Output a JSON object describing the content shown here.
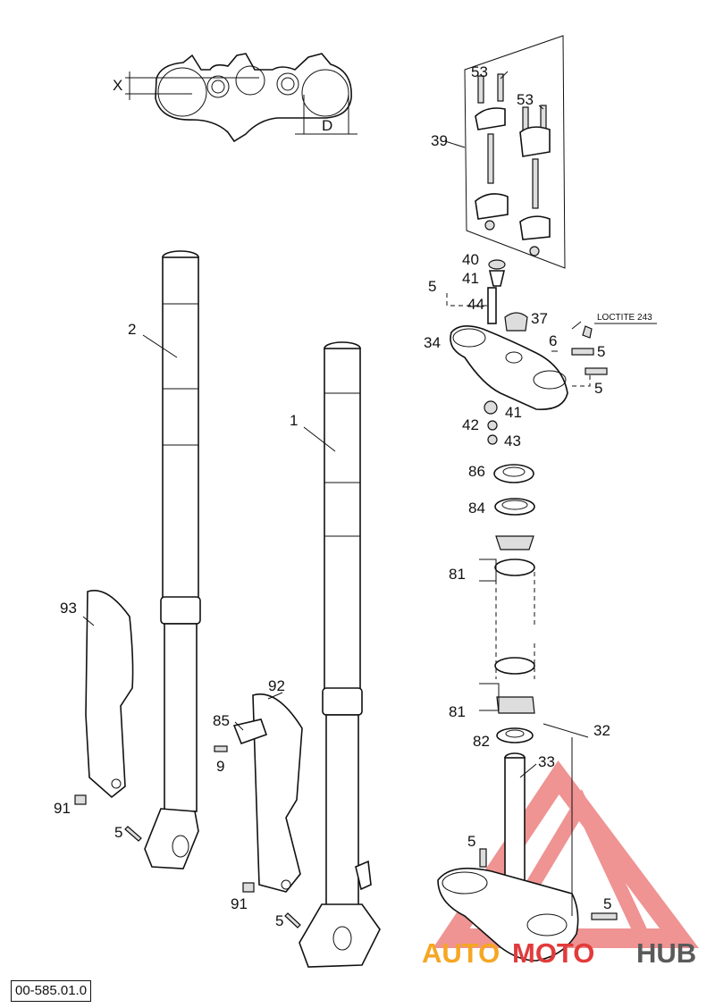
{
  "diagram": {
    "doc_number": "00-585.01.0",
    "clamp_dims": {
      "x": "X",
      "d": "D"
    },
    "note": "LOCTITE 243",
    "callouts": {
      "c2": "2",
      "c1": "1",
      "c93": "93",
      "c92": "92",
      "c85": "85",
      "c9": "9",
      "c91a": "91",
      "c91b": "91",
      "c5a": "5",
      "c5b": "5",
      "c5c": "5",
      "c5d": "5",
      "c5e": "5",
      "c5f": "5",
      "c5g": "5",
      "c53a": "53",
      "c53b": "53",
      "c39": "39",
      "c40": "40",
      "c41a": "41",
      "c41b": "41",
      "c44": "44",
      "c37": "37",
      "c34": "34",
      "c6": "6",
      "c42": "42",
      "c43": "43",
      "c86": "86",
      "c84": "84",
      "c81a": "81",
      "c81b": "81",
      "c82": "82",
      "c32": "32",
      "c33": "33"
    }
  },
  "watermark": {
    "part1": "AUTO",
    "part2": "MOTO",
    "part3": "HUB",
    "color_red": "#e23b3b",
    "color_orange": "#f5a623",
    "color_grey": "#5a5a5a"
  }
}
